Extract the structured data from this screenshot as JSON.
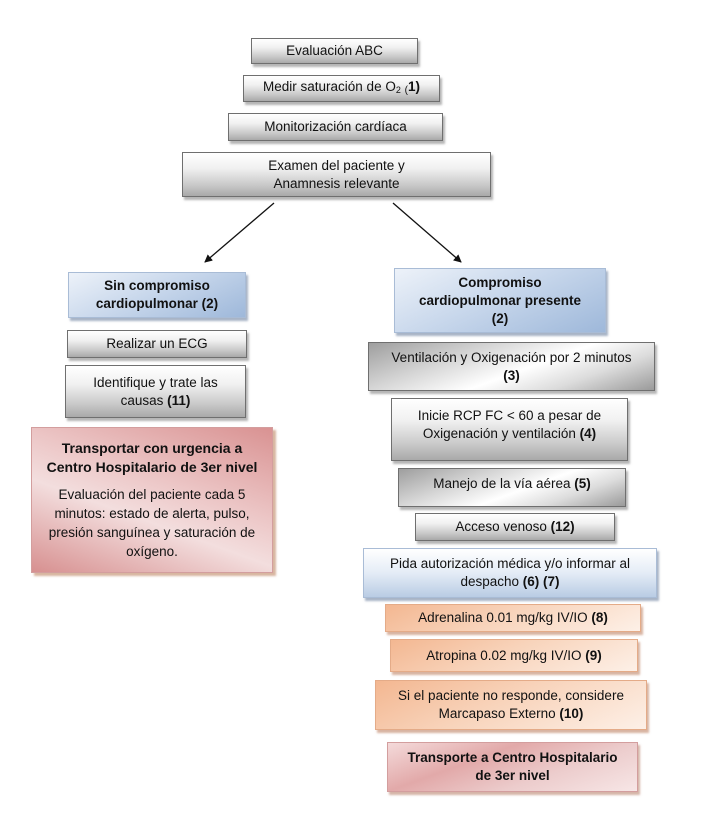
{
  "flowchart": {
    "top_steps": {
      "evaluacion_abc": "Evaluación ABC",
      "medir_saturacion": {
        "text": "Medir saturación de O",
        "subscript": "2",
        "open_paren": "(",
        "ref": "1)"
      },
      "monitorizacion": "Monitorización cardíaca",
      "examen": {
        "line1": "Examen del paciente y",
        "line2": "Anamnesis relevante"
      }
    },
    "left_branch": {
      "header": {
        "line1": "Sin compromiso",
        "line2": "cardiopulmonar (2)"
      },
      "steps": {
        "ecg": "Realizar un ECG",
        "identifique": {
          "line1": "Identifique y trate las",
          "line2_text": "causas ",
          "line2_ref": "(11)"
        }
      },
      "transport": {
        "title_line1": "Transportar con urgencia a",
        "title_line2": "Centro Hospitalario de 3er nivel",
        "body": "Evaluación del paciente cada 5 minutos: estado de alerta, pulso, presión sanguínea y saturación de oxígeno."
      }
    },
    "right_branch": {
      "header": {
        "line1": "Compromiso",
        "line2": "cardiopulmonar presente",
        "line3": "(2)"
      },
      "steps": {
        "ventilacion": {
          "line1": "Ventilación y Oxigenación por 2 minutos",
          "ref": "(3)"
        },
        "rcp": {
          "line1": "Inicie RCP FC < 60 a pesar de",
          "line2_text": "Oxigenación y ventilación ",
          "ref": "(4)"
        },
        "via_aerea": {
          "text": "Manejo de la vía aérea ",
          "ref": "(5)"
        },
        "acceso_venoso": {
          "text": "Acceso venoso ",
          "ref": "(12)"
        },
        "autorizacion": {
          "line1": "Pida autorización médica y/o informar al",
          "line2_text": "despacho ",
          "ref": "(6) (7)"
        },
        "adrenalina": {
          "text": "Adrenalina 0.01 mg/kg IV/IO ",
          "ref": "(8)"
        },
        "atropina": {
          "text": "Atropina 0.02 mg/kg IV/IO ",
          "ref": "(9)"
        },
        "marcapaso": {
          "line1": "Si el paciente no responde, considere",
          "line2_text": "Marcapaso Externo ",
          "ref": "(10)"
        }
      },
      "transport": {
        "line1": "Transporte a Centro Hospitalario",
        "line2": "de 3er nivel"
      }
    }
  }
}
